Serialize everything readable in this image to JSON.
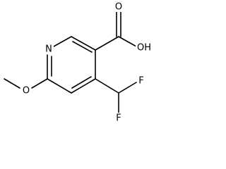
{
  "molecule": {
    "atom_labels": {
      "nitrogen": "N",
      "hydroxyl": "OH",
      "carbonyl_oxygen": "O",
      "methoxy_oxygen": "O",
      "fluorine_top": "F",
      "fluorine_bottom": "F"
    }
  }
}
